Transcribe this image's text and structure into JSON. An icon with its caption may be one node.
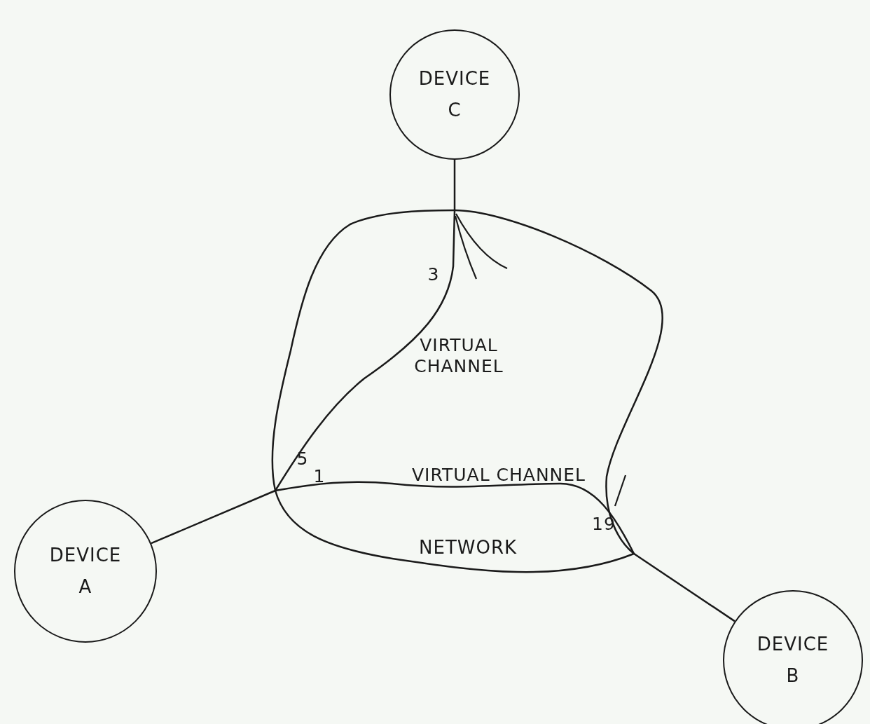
{
  "diagram": {
    "nodes": [
      {
        "text": [
          "DEVICE C"
        ]
      },
      {
        "text": [
          "NETWORK"
        ]
      },
      {
        "text": [
          "DEVICE A"
        ]
      },
      {
        "text": [
          "DEVICE B"
        ]
      }
    ],
    "edges": [
      {
        "from": 0,
        "to": 1,
        "arrow": "none"
      },
      {
        "from": 2,
        "to": 1,
        "arrow": "none"
      },
      {
        "from": 3,
        "to": 1,
        "arrow": "none"
      }
    ],
    "labels": [
      "3",
      "VIRTUAL CHANNEL",
      "5",
      "1",
      "VIRTUAL CHANNEL",
      "19"
    ]
  }
}
